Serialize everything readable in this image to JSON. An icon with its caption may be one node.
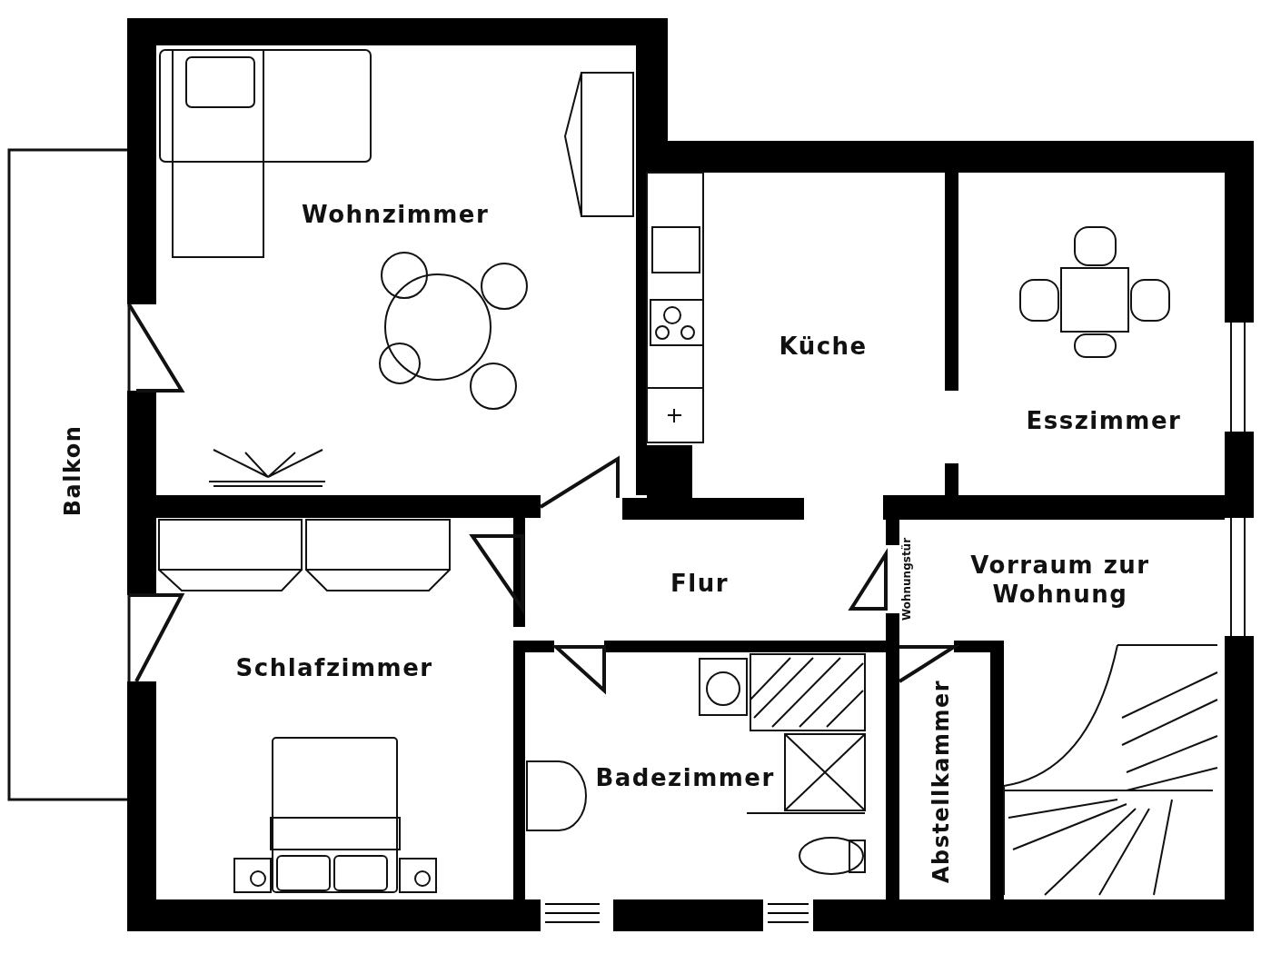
{
  "diagram": {
    "labels": [
      "Wohnzimmer",
      "Küche",
      "Esszimmer",
      "Balkon",
      "Flur",
      "Vorraum zur Wohnung",
      "Wohnungstür",
      "Schlafzimmer",
      "Badezimmer",
      "Abstellkammer"
    ]
  }
}
